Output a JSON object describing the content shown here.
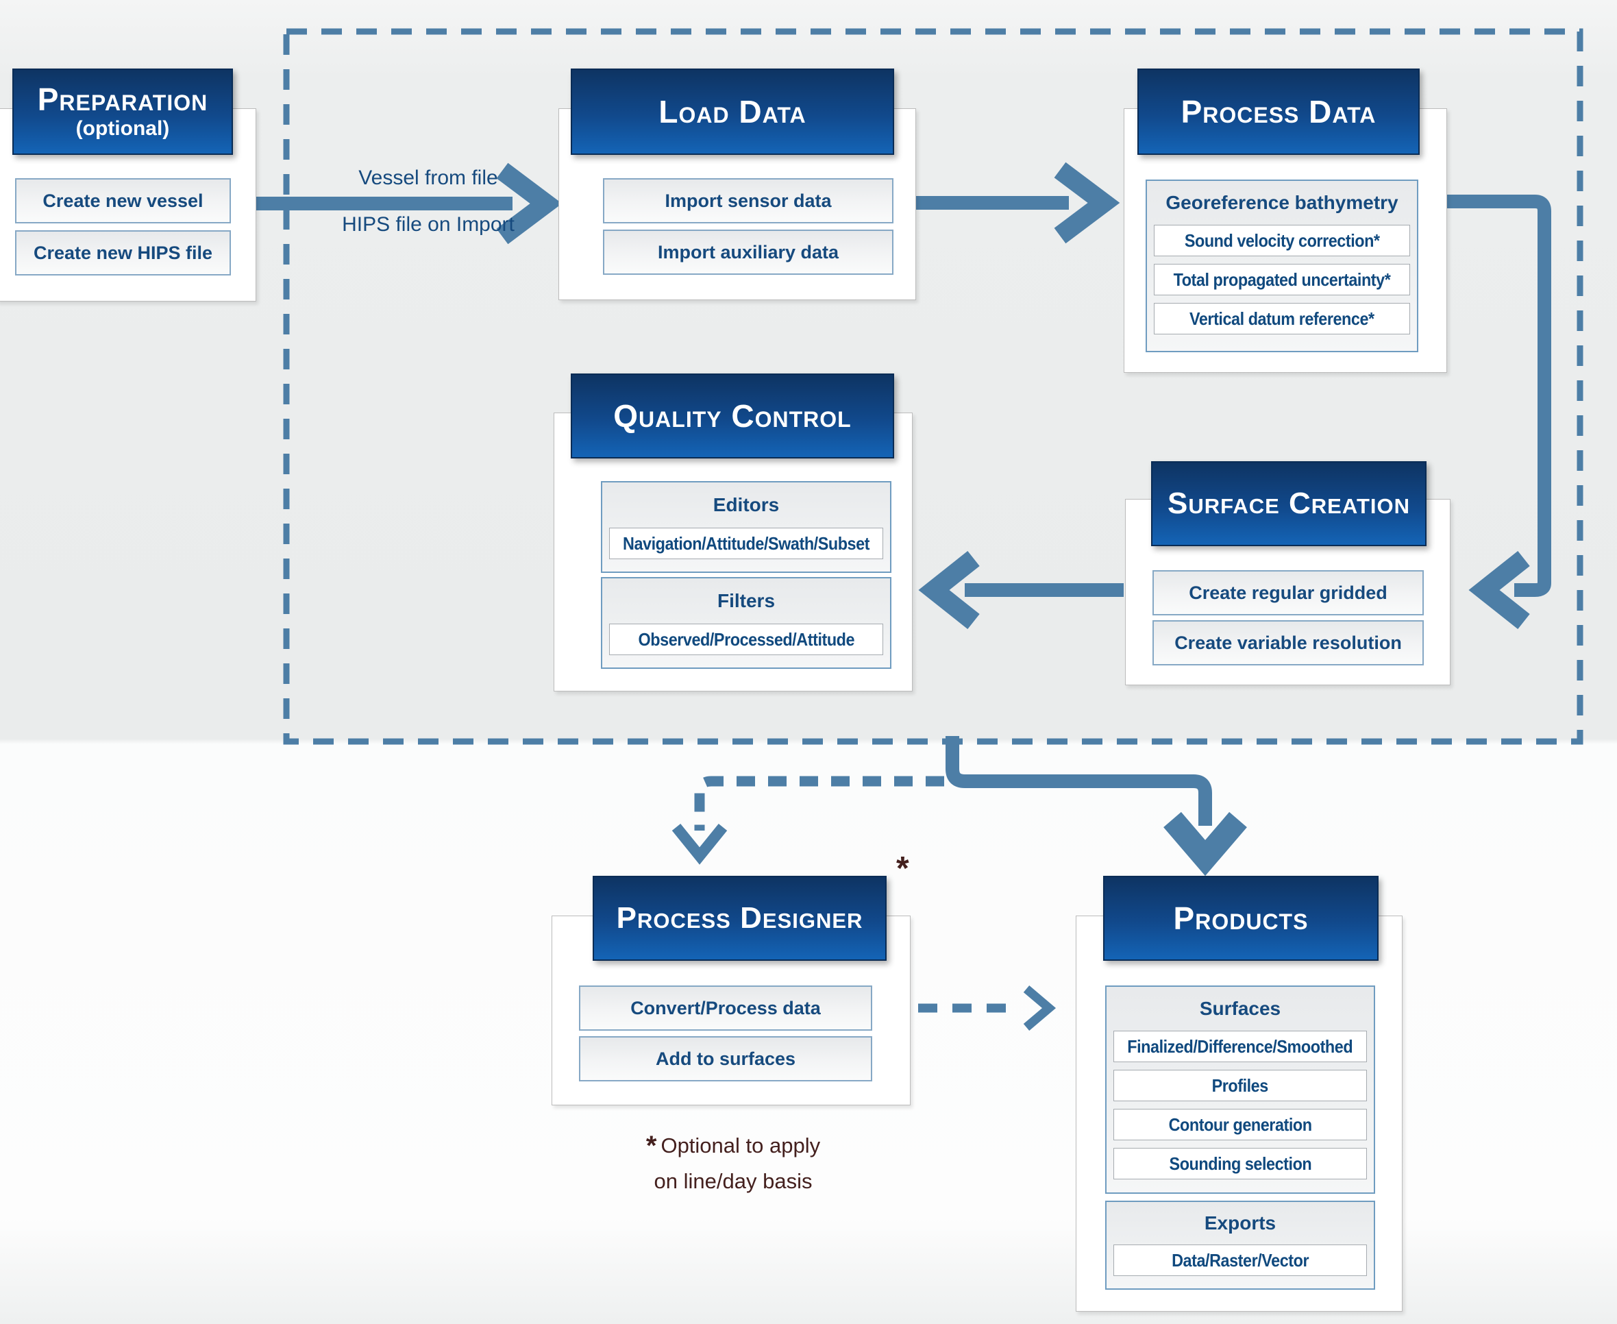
{
  "theme": {
    "accent": "#4d7ea6",
    "navy": "#164a7e",
    "hdr_top": "#0e3463",
    "hdr_bot": "#1464b6",
    "note": "#44201e"
  },
  "preparation": {
    "title": "Preparation",
    "subtitle": "(optional)",
    "items": [
      "Create new vessel",
      "Create new HIPS file"
    ]
  },
  "flow_labels": {
    "top": "Vessel from file",
    "bottom": "HIPS file on Import"
  },
  "load_data": {
    "title": "Load Data",
    "items": [
      "Import sensor data",
      "Import auxiliary data"
    ]
  },
  "process_data": {
    "title": "Process Data",
    "group": {
      "title": "Georeference bathymetry",
      "items": [
        "Sound velocity correction*",
        "Total propagated uncertainty*",
        "Vertical datum reference*"
      ]
    }
  },
  "quality_control": {
    "title": "Quality Control",
    "groups": [
      {
        "title": "Editors",
        "items": [
          "Navigation/Attitude/Swath/Subset"
        ]
      },
      {
        "title": "Filters",
        "items": [
          "Observed/Processed/Attitude"
        ]
      }
    ]
  },
  "surface_creation": {
    "title": "Surface Creation",
    "items": [
      "Create regular gridded",
      "Create variable resolution"
    ]
  },
  "process_designer": {
    "title": "Process Designer",
    "asterisk": "*",
    "items": [
      "Convert/Process data",
      "Add to surfaces"
    ]
  },
  "products": {
    "title": "Products",
    "groups": [
      {
        "title": "Surfaces",
        "items": [
          "Finalized/Difference/Smoothed",
          "Profiles",
          "Contour generation",
          "Sounding selection"
        ]
      },
      {
        "title": "Exports",
        "items": [
          "Data/Raster/Vector"
        ]
      }
    ]
  },
  "note": {
    "marker": "*",
    "line1": "Optional to apply",
    "line2": "on line/day basis"
  }
}
